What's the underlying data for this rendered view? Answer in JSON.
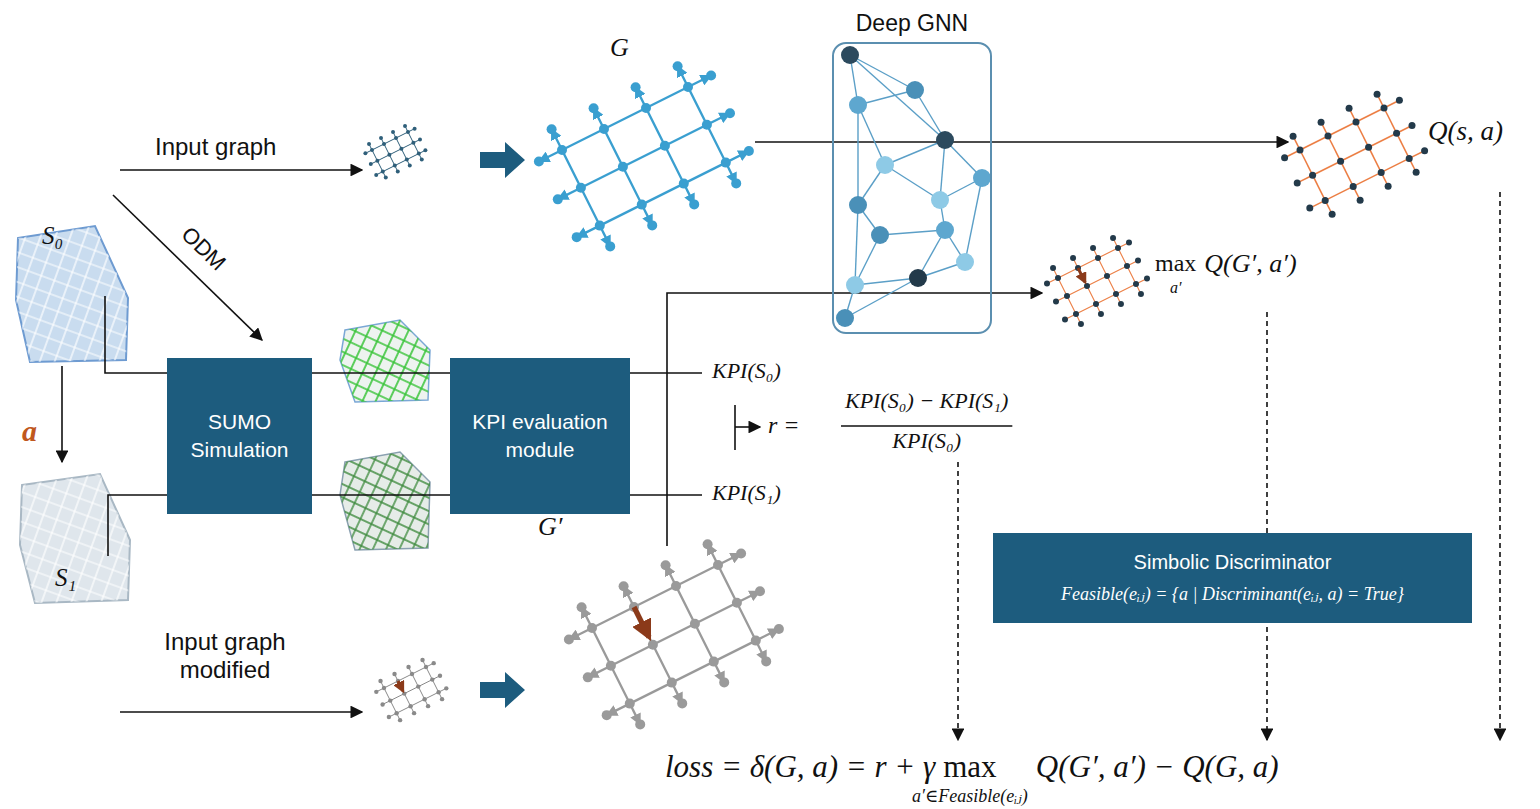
{
  "diagram": {
    "nodes": [
      {
        "text": [
          "Deep GNN"
        ]
      },
      {
        "text": [
          "SUMO Simulation"
        ]
      },
      {
        "text": [
          "KPI evaluation module"
        ]
      },
      {
        "text": [
          "Simbolic Discriminator",
          "Feasible(eᵢⱼ) = {a | Discriminant(eᵢⱼ, a) = True}"
        ]
      }
    ],
    "edges": [
      {
        "from": 1,
        "to": 2,
        "arrow": "none"
      },
      {
        "from": 1,
        "to": 2,
        "arrow": "none"
      }
    ],
    "labels": [
      "Input graph",
      "G",
      "Q(s, a)",
      "ODM",
      "S₀",
      "a",
      "S₁",
      "KPI(S₀)",
      "KPI(S₁)",
      "r =",
      "KPI(S₀) − KPI(S₁)",
      "KPI(S₀)",
      "max",
      "a′",
      "Q(G′, a′)",
      "Input graph modified",
      "G′",
      "loss = δ(G, a) = r + γ",
      "max",
      "a′∈Feasible(eᵢⱼ)",
      "Q(G′, a′) − Q(G, a)"
    ]
  }
}
